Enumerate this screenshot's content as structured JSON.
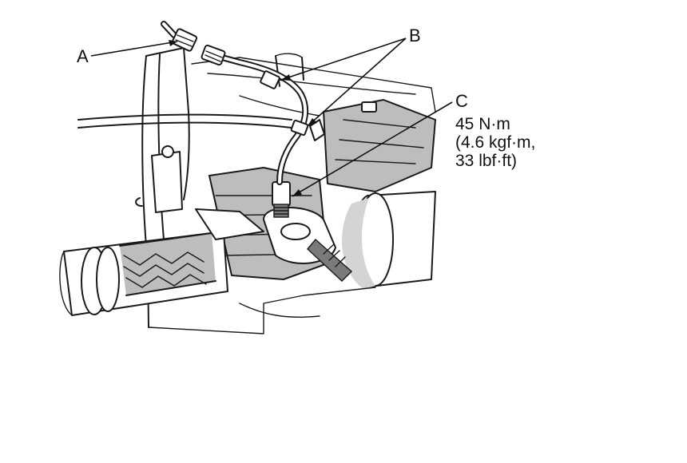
{
  "labels": {
    "a": "A",
    "b": "B",
    "c": "C"
  },
  "torque_spec": {
    "line1": "45 N·m",
    "line2": "(4.6 kgf·m,",
    "line3": "33 lbf·ft)"
  },
  "colors": {
    "line": "#1a1a1a",
    "shading": "#bdbdbd",
    "background": "#ffffff"
  }
}
